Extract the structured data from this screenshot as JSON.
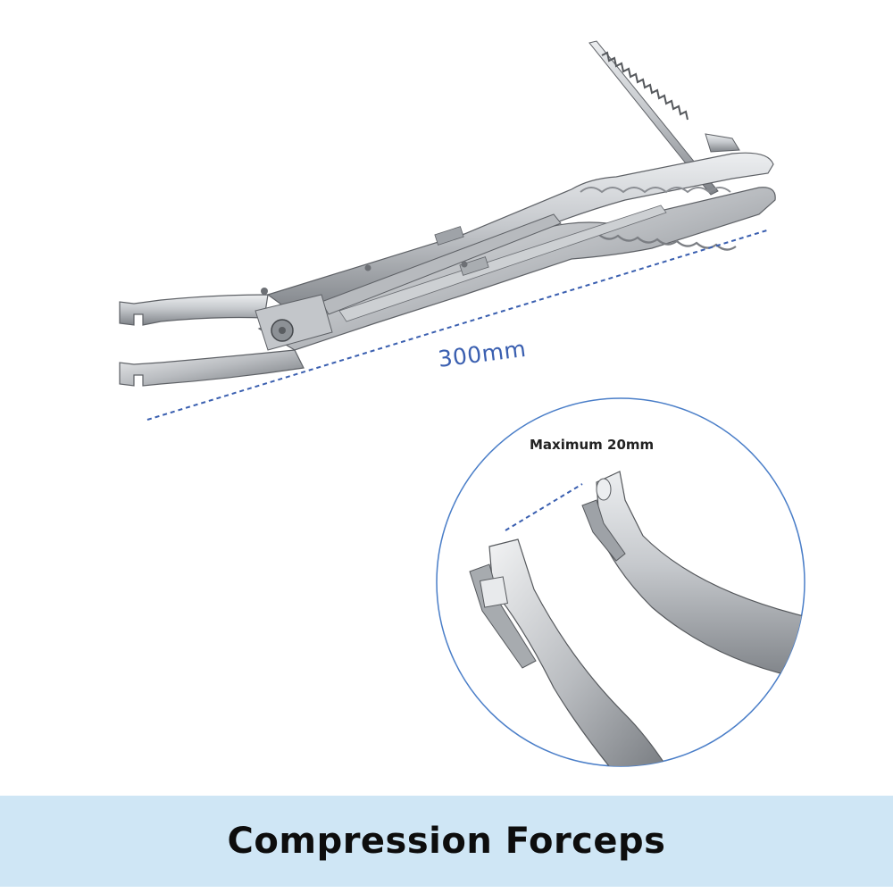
{
  "product": {
    "title": "Compression Forceps",
    "length_label": "300mm",
    "opening_label": "Maximum 20mm"
  },
  "colors": {
    "banner_bg": "#cfe6f5",
    "dimension_line": "#3a5fb0",
    "steel_light": "#d4d6d9",
    "steel_dark": "#7d8186",
    "circle_border": "#4a7ec8"
  },
  "icons": [
    "forceps-illustration",
    "jaw-detail-illustration"
  ]
}
